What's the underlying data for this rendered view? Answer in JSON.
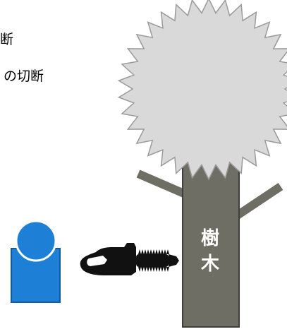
{
  "text_lines": [
    "断",
    "の切断"
  ],
  "tree": {
    "label_top": "樹",
    "label_bottom": "木"
  },
  "colors": {
    "trunk": "#6f6e64",
    "trunk_outline": "#3f3e38",
    "canopy": "#d9d9d9",
    "canopy_outline": "#9a9a9a",
    "person": "#1e7fd6",
    "person_outline": "#0f5aa6",
    "chainsaw": "#111111",
    "trunk_text": "#ffffff"
  },
  "icons": [
    "tree-icon",
    "person-icon",
    "chainsaw-icon"
  ]
}
